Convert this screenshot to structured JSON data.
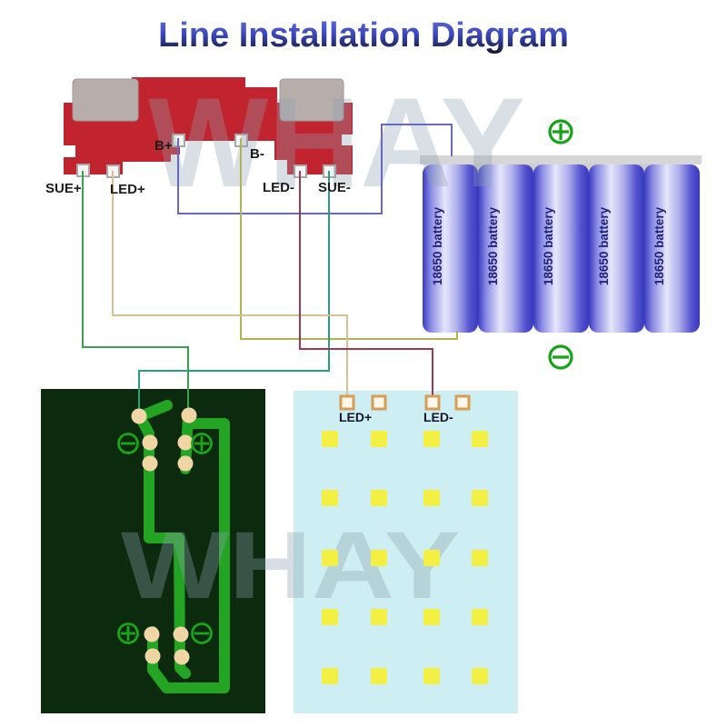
{
  "title": "Line Installation Diagram",
  "watermark": {
    "text": "WHAY",
    "color": "#8ca0af"
  },
  "charger_board": {
    "name": "power bank charger board",
    "board_color": "#c2242f",
    "usb_ports": 2,
    "terminals": [
      {
        "label": "SUE+"
      },
      {
        "label": "LED+"
      },
      {
        "label": "B+"
      },
      {
        "label": "B-"
      },
      {
        "label": "LED-"
      },
      {
        "label": "SUE-"
      }
    ]
  },
  "battery_pack": {
    "cell_label": "18650 battery",
    "cell_count": 5,
    "positive_icon": "circled-plus",
    "negative_icon": "circled-minus",
    "symbol_color": "#17a317",
    "cell_color": "#4444c8"
  },
  "driver_pcb": {
    "name": "switch PCB",
    "board_color": "#0c2b0e",
    "trace_color": "#23a523",
    "pad_color": "#efd6a4",
    "symbols": [
      "circled-minus",
      "circled-plus",
      "circled-plus",
      "circled-minus"
    ]
  },
  "led_panel": {
    "name": "LED light panel",
    "panel_color": "#cdeef2",
    "led_color": "#f4f043",
    "led_rows": 5,
    "led_cols": 4,
    "terminals": [
      {
        "label": "LED+"
      },
      {
        "label": "LED-"
      }
    ]
  },
  "wires": [
    {
      "id": "b-plus-wire",
      "from": "B+",
      "to": "battery positive",
      "color": "#6868c6"
    },
    {
      "id": "b-minus-wire",
      "from": "B-",
      "to": "battery negative",
      "color": "#b1b155"
    },
    {
      "id": "sue-plus-wire",
      "from": "SUE+",
      "to": "switch PCB top-right pad",
      "color": "#3aa14e"
    },
    {
      "id": "sue-minus-wire",
      "from": "SUE-",
      "to": "switch PCB top-left pad",
      "color": "#2aa07a"
    },
    {
      "id": "led-plus-wire",
      "from": "LED+",
      "to": "LED panel LED+ pad",
      "color": "#d6c28f"
    },
    {
      "id": "led-minus-wire",
      "from": "LED-",
      "to": "LED panel LED- pad",
      "color": "#9e3a50"
    }
  ]
}
